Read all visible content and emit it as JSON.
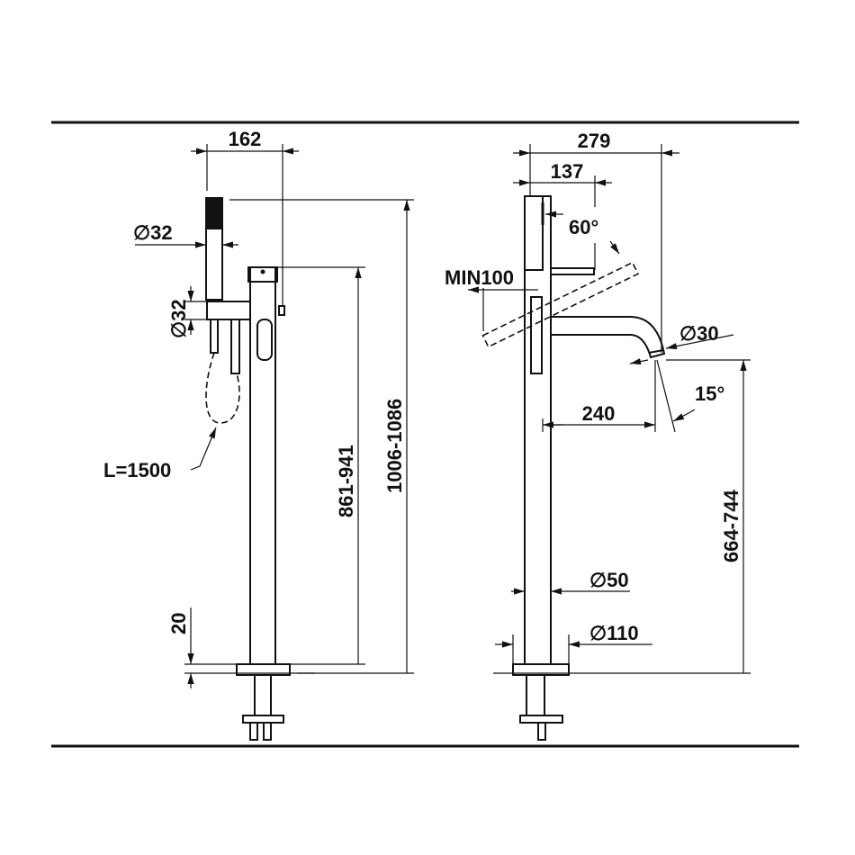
{
  "left_view": {
    "width_dim": "162",
    "hand_shower_dia": "∅32",
    "holder_dia": "∅32",
    "total_height": "1006-1086",
    "body_height": "861-941",
    "hose_length": "L=1500",
    "floor_thickness": "20"
  },
  "right_view": {
    "overall_reach": "279",
    "lever_reach": "137",
    "lever_angle": "60°",
    "lever_clearance": "MIN100",
    "spout_dia": "∅30",
    "spout_angle": "15°",
    "spout_reach": "240",
    "spout_height": "664-744",
    "column_dia": "∅50",
    "flange_dia": "∅110"
  }
}
